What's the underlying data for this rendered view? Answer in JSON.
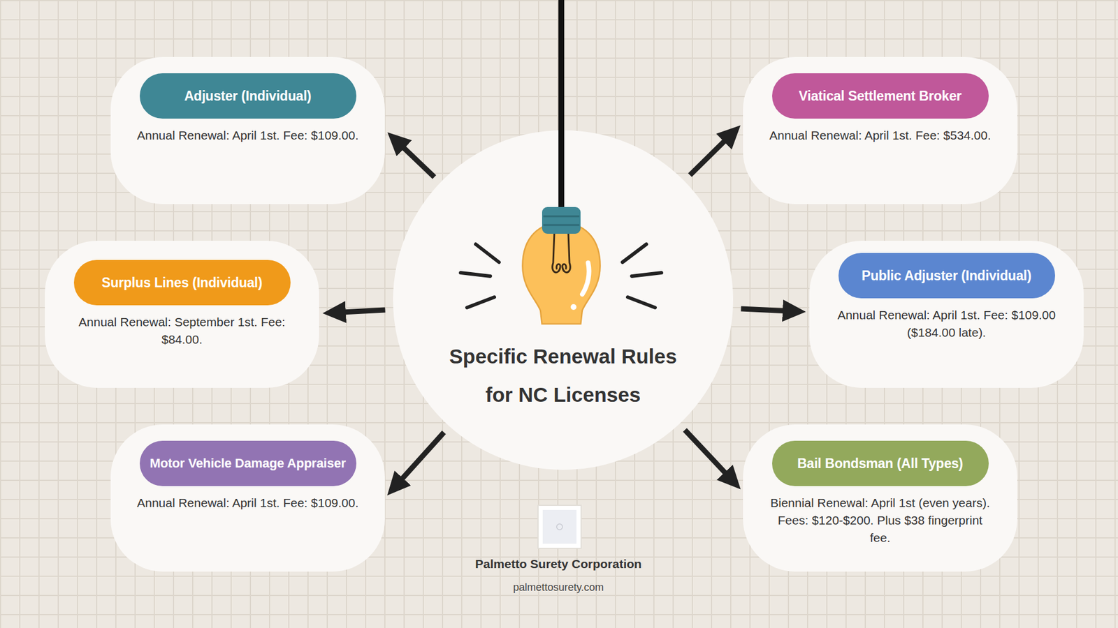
{
  "diagram": {
    "nodes": [
      {
        "text": [
          "Specific Renewal Rules for NC Licenses"
        ]
      },
      {
        "text": [
          "Adjuster (Individual)",
          "Annual Renewal: April 1st. Fee: $109.00."
        ]
      },
      {
        "text": [
          "Viatical Settlement Broker",
          "Annual Renewal: April 1st. Fee: $534.00."
        ]
      },
      {
        "text": [
          "Surplus Lines (Individual)",
          "Annual Renewal: September 1st. Fee: $84.00."
        ]
      },
      {
        "text": [
          "Public Adjuster (Individual)",
          "Annual Renewal: April 1st. Fee: $109.00 ($184.00 late)."
        ]
      },
      {
        "text": [
          "Motor Vehicle Damage Appraiser",
          "Annual Renewal: April 1st. Fee: $109.00."
        ]
      },
      {
        "text": [
          "Bail Bondsman (All Types)",
          "Biennial Renewal: April 1st (even years). Fees: $120-$200. Plus $38 fingerprint fee."
        ]
      }
    ],
    "edges": [
      {
        "from": 0,
        "to": 1,
        "arrow": "to"
      },
      {
        "from": 0,
        "to": 2,
        "arrow": "to"
      },
      {
        "from": 0,
        "to": 3,
        "arrow": "to"
      },
      {
        "from": 0,
        "to": 4,
        "arrow": "to"
      },
      {
        "from": 0,
        "to": 5,
        "arrow": "to"
      },
      {
        "from": 0,
        "to": 6,
        "arrow": "to"
      }
    ],
    "labels": [
      "Palmetto Surety Corporation",
      "palmettosurety.com"
    ]
  }
}
